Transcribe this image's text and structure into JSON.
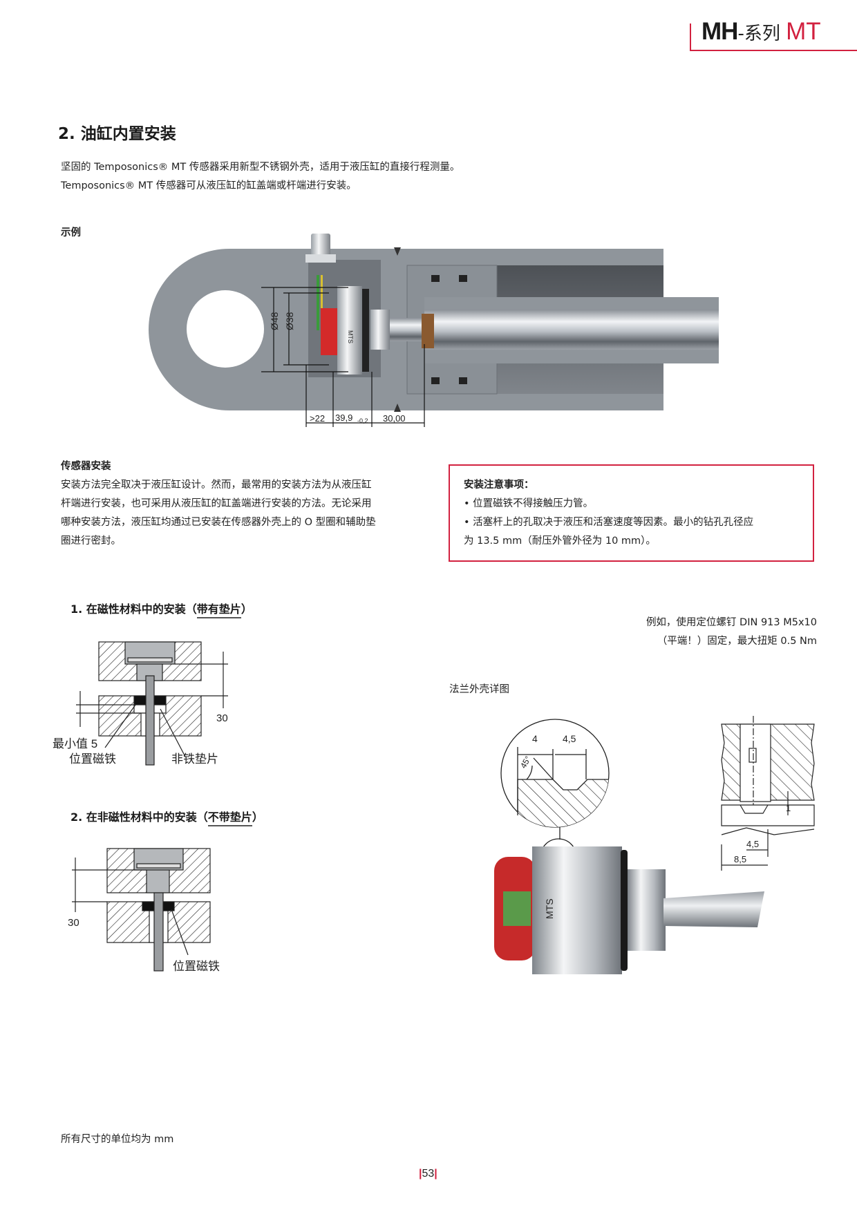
{
  "header": {
    "series_bold": "MH",
    "series_cn": "-系列 ",
    "series_model": "MT",
    "accent_color": "#d2213f"
  },
  "section_title": "2. 油缸内置安装",
  "intro": [
    "坚固的 Temposonics® MT 传感器采用新型不锈钢外壳，适用于液压缸的直接行程测量。",
    "Temposonics® MT 传感器可从液压缸的缸盖端或杆端进行安装。"
  ],
  "example_label": "示例",
  "cylinder_figure": {
    "dia_outer": "Ø48",
    "dia_inner": "Ø38",
    "dim_1": ">22",
    "dim_2": "39,9",
    "dim_2_tol": "-0,2",
    "dim_3": "30,00",
    "brand_mark": "MTS"
  },
  "sensor_install": {
    "title": "传感器安装",
    "lines": [
      "安装方法完全取决于液压缸设计。然而，最常用的安装方法为从液压缸",
      "杆端进行安装，也可采用从液压缸的缸盖端进行安装的方法。无论采用",
      "哪种安装方法，液压缸均通过已安装在传感器外壳上的 O 型圈和辅助垫",
      "圈进行密封。"
    ]
  },
  "notes": {
    "title": "安装注意事项：",
    "items": [
      "• 位置磁铁不得接触压力管。",
      "• 活塞杆上的孔取决于液压和活塞速度等因素。最小的钻孔孔径应",
      "为 13.5 mm（耐压外管外径为 10 mm）。"
    ]
  },
  "install_magnetic": {
    "title_prefix": "1. 在磁性材料中的安装（",
    "title_underlined": "带有垫片",
    "title_suffix": "）",
    "dim": "30",
    "min_label": "最小值 5",
    "magnet_label": "位置磁铁",
    "spacer_label": "非铁垫片"
  },
  "install_nonmagnetic": {
    "title_prefix": "2. 在非磁性材料中的安装（",
    "title_underlined": "不带垫片",
    "title_suffix": "）",
    "dim": "30",
    "magnet_label": "位置磁铁"
  },
  "set_screw_note": [
    "例如，使用定位螺钉 DIN 913 M5x10",
    "（平端！）固定，最大扭矩 0.5 Nm"
  ],
  "flange_detail": {
    "title": "法兰外壳详图",
    "dim_a": "4",
    "dim_b": "4,5",
    "angle": "45°",
    "side_dim_1": "1",
    "side_dim_2": "4,5",
    "side_dim_3": "8,5"
  },
  "footer_note": "所有尺寸的单位均为 mm",
  "page_number": "53"
}
